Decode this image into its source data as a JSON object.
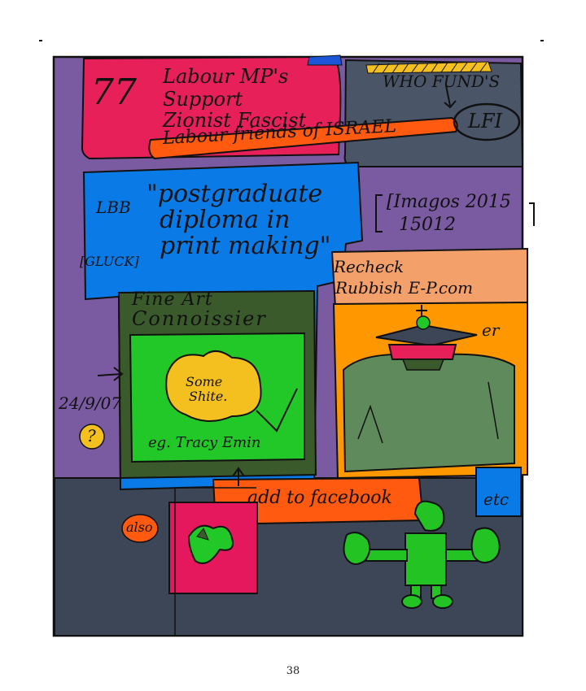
{
  "colors": {
    "frame_purple": "#7a5aa0",
    "red": "#e8205a",
    "slate": "#4a5568",
    "blue": "#0a7be6",
    "dark_green": "#3a5a2c",
    "bright_green": "#22c828",
    "yellow": "#f4c020",
    "peach": "#f3a06a",
    "orange": "#ff8c00",
    "orange_banner": "#ff5a10",
    "sage": "#5f8a5c",
    "cartoon_green": "#24c324",
    "dark_slate": "#3d4657",
    "magenta": "#e5175d"
  },
  "panel_top_left": {
    "number": "77",
    "line1": "Labour MP's",
    "line2": "Support",
    "line3": "Zionist Fascist"
  },
  "banner_lfi": {
    "text": "Labour friends of ISRAEL"
  },
  "panel_top_right": {
    "question": "WHO FUND'S",
    "acronym": "LFI"
  },
  "panel_blue": {
    "prefix": "LBB",
    "quote_line1": "\"postgraduate",
    "quote_line2": "diploma in",
    "quote_line3": "print making\"",
    "tag": "[GLUCK]"
  },
  "annotation_right": {
    "line1": "[Imagos 2015",
    "line2": "15012"
  },
  "panel_green": {
    "title_line1": "Fine Art",
    "title_line2": "Connoissier",
    "blob_line1": "Some",
    "blob_line2": "Shite.",
    "caption": "eg. Tracy Emin"
  },
  "date_note": "24/9/07",
  "question_mark": "?",
  "panel_peach": {
    "line1": "Recheck",
    "line2": "Rubbish E-P.com"
  },
  "orange_panel_mark": "er",
  "banner_facebook": {
    "text": "add to facebook"
  },
  "etc_label": "etc",
  "also_badge": "also",
  "page_number": "38"
}
